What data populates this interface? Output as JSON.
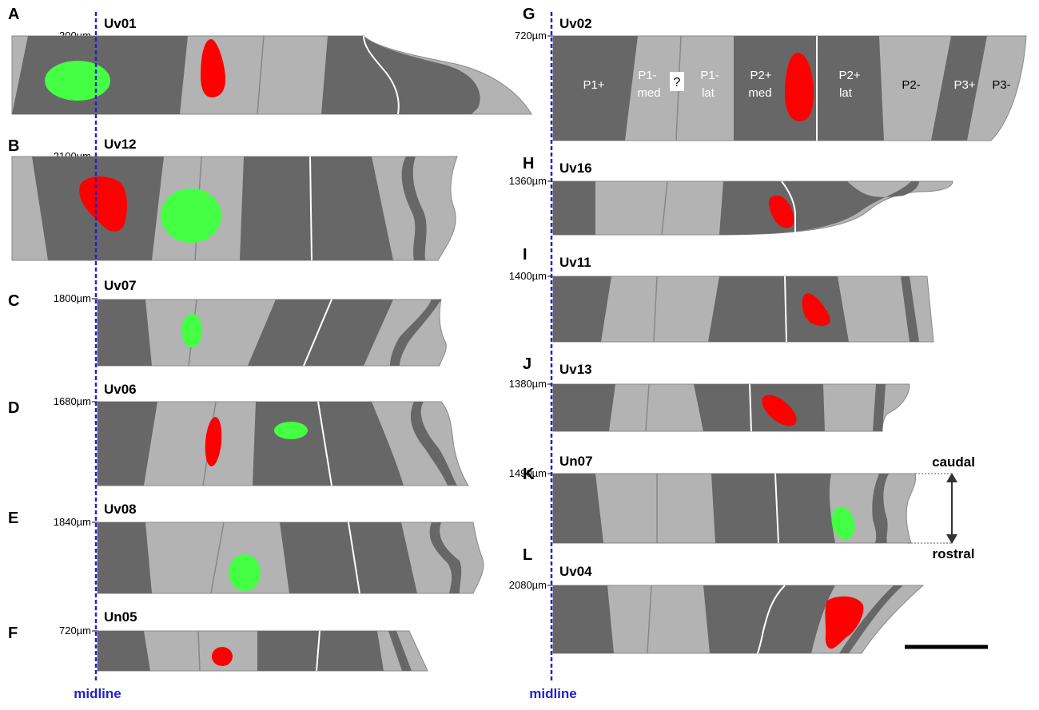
{
  "colors": {
    "dark_zone": "#676767",
    "light_zone": "#b3b3b3",
    "green_marker": "#44ff44",
    "red_marker": "#ff0000",
    "midline": "#2222cc"
  },
  "panels": [
    {
      "letter": "A",
      "name": "Uv01",
      "depth": "200µm"
    },
    {
      "letter": "B",
      "name": "Uv12",
      "depth": "2100µm"
    },
    {
      "letter": "C",
      "name": "Uv07",
      "depth": "1800µm"
    },
    {
      "letter": "D",
      "name": "Uv06",
      "depth": "1680µm"
    },
    {
      "letter": "E",
      "name": "Uv08",
      "depth": "1840µm"
    },
    {
      "letter": "F",
      "name": "Un05",
      "depth": "720µm"
    },
    {
      "letter": "G",
      "name": "Uv02",
      "depth": "720µm"
    },
    {
      "letter": "H",
      "name": "Uv16",
      "depth": "1360µm"
    },
    {
      "letter": "I",
      "name": "Uv11",
      "depth": "1400µm"
    },
    {
      "letter": "J",
      "name": "Uv13",
      "depth": "1380µm"
    },
    {
      "letter": "K",
      "name": "Un07",
      "depth": "1490µm"
    },
    {
      "letter": "L",
      "name": "Uv04",
      "depth": "2080µm"
    }
  ],
  "zone_labels": [
    "P1+",
    "P1-",
    "med",
    "?",
    "P1-",
    "lat",
    "P2+",
    "med",
    "P2+",
    "lat",
    "P2-",
    "P3+",
    "P3-"
  ],
  "midline_label": "midline",
  "axis": {
    "top": "caudal",
    "bottom": "rostral"
  }
}
